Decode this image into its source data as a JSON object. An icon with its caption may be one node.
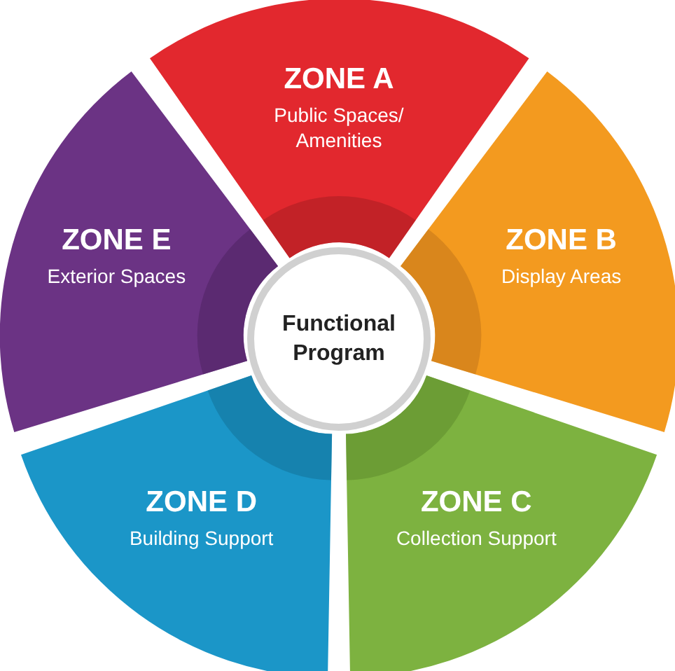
{
  "diagram": {
    "nodes": [
      {
        "text": [
          "ZONE A",
          "Public Spaces/ Amenities"
        ]
      },
      {
        "text": [
          "ZONE B",
          "Display Areas"
        ]
      },
      {
        "text": [
          "ZONE C",
          "Collection Support"
        ]
      },
      {
        "text": [
          "ZONE D",
          "Building Support"
        ]
      },
      {
        "text": [
          "ZONE E",
          "Exterior Spaces"
        ]
      },
      {
        "text": [
          "Functional Program"
        ]
      }
    ]
  }
}
